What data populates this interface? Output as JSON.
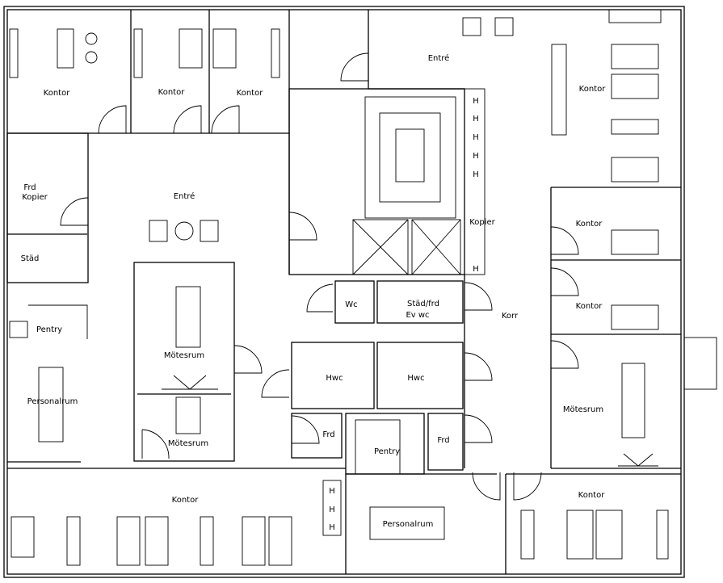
{
  "rooms": {
    "kontor_top_left": "Kontor",
    "kontor_top_mid1": "Kontor",
    "kontor_top_mid2": "Kontor",
    "entre_top": "Entré",
    "kontor_top_right": "Kontor",
    "frd_kopier_1": "Frd",
    "frd_kopier_2": "Kopier",
    "entre_mid": "Entré",
    "stad": "Städ",
    "kontor_right_1": "Kontor",
    "kopier": "Kopier",
    "kontor_right_2": "Kontor",
    "pentry_left": "Pentry",
    "wc": "Wc",
    "stad_frd_1": "Städ/frd",
    "stad_frd_2": "Ev wc",
    "korr": "Korr",
    "motesrum_center": "Mötesrum",
    "hwc_1": "Hwc",
    "hwc_2": "Hwc",
    "personalrum_left": "Personalrum",
    "motesrum_right": "Mötesrum",
    "frd_1": "Frd",
    "pentry_center": "Pentry",
    "frd_2": "Frd",
    "motesrum_small": "Mötesrum",
    "kontor_bottom_left": "Kontor",
    "kontor_bottom_right": "Kontor",
    "personalrum_center": "Personalrum"
  },
  "shafts": {
    "h": "H"
  }
}
